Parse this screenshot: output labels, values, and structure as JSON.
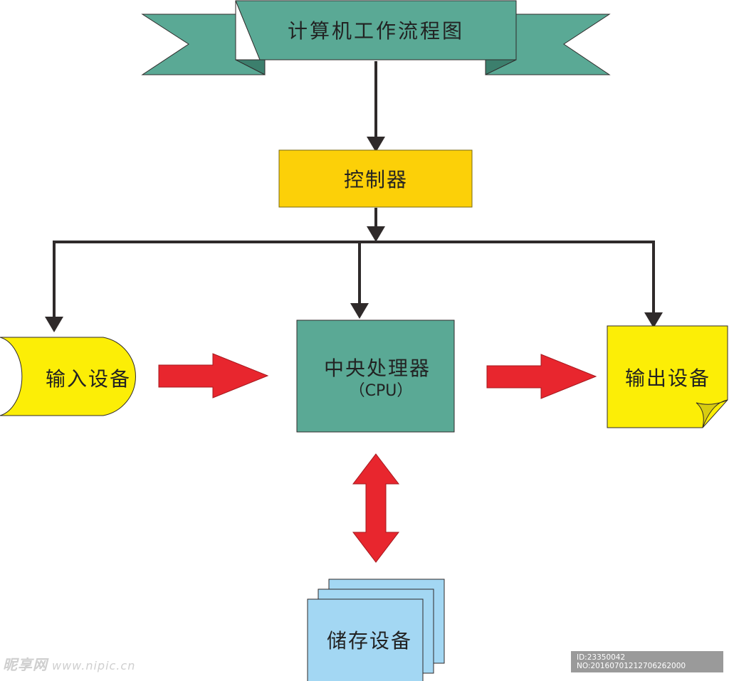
{
  "title": "计算机工作流程图",
  "nodes": {
    "controller": "控制器",
    "input": "输入设备",
    "cpu": "中央处理器",
    "cpu_sub": "（CPU）",
    "output": "输出设备",
    "storage": "储存设备"
  },
  "colors": {
    "teal": "#5aa995",
    "orange": "#fcd008",
    "yellow": "#fcee06",
    "blue": "#a3d7f3",
    "red": "#e8262e",
    "line": "#2f2a2a"
  },
  "watermark": {
    "left_logo": "昵享网",
    "left_site": "www.nipic.cn",
    "right_id": "ID:23350042 NO:20160701212706262000"
  }
}
